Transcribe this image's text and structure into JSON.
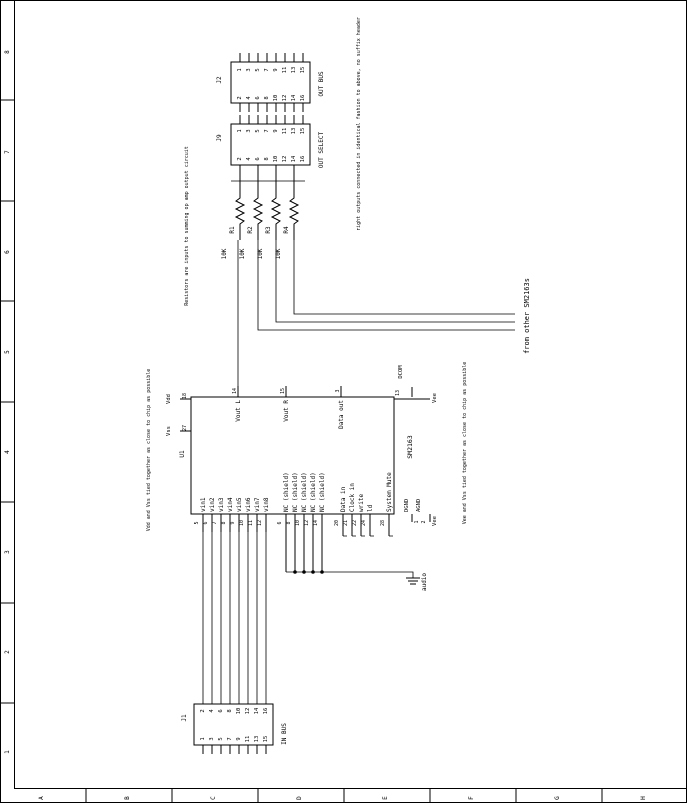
{
  "frame": {
    "row_labels": [
      "8",
      "7",
      "6",
      "5",
      "4",
      "3",
      "2",
      "1"
    ],
    "col_labels": [
      "A",
      "B",
      "C",
      "D",
      "E",
      "F",
      "G",
      "H"
    ]
  },
  "u1": {
    "refdes": "U1",
    "part": "SM2163",
    "left_pins": [
      {
        "num": "5",
        "name": "vin1"
      },
      {
        "num": "6",
        "name": "vin2"
      },
      {
        "num": "7",
        "name": "vin3"
      },
      {
        "num": "8",
        "name": "vin4"
      },
      {
        "num": "9",
        "name": "vin5"
      },
      {
        "num": "10",
        "name": "vin6"
      },
      {
        "num": "11",
        "name": "vin7"
      },
      {
        "num": "12",
        "name": "vin8"
      },
      {
        "num": "6",
        "name": "NC (shield)"
      },
      {
        "num": "8",
        "name": "NC (shield)"
      },
      {
        "num": "10",
        "name": "NC (shield)"
      },
      {
        "num": "12",
        "name": "NC (shield)"
      },
      {
        "num": "14",
        "name": "NC (shield)"
      },
      {
        "num": "20",
        "name": "Data in"
      },
      {
        "num": "21",
        "name": "Clock in"
      },
      {
        "num": "22",
        "name": "write"
      },
      {
        "num": "24",
        "name": "ld"
      },
      {
        "num": "28",
        "name": "System Mute"
      }
    ],
    "right_pins": [
      {
        "num": "14",
        "name": "Vout L"
      },
      {
        "num": "15",
        "name": "Vout R"
      },
      {
        "num": "3",
        "name": "Data out"
      }
    ],
    "power_labels": [
      "Vdd",
      "Vss",
      "DGND",
      "AGND",
      "Vee",
      "Vee",
      "DCOM"
    ],
    "power_nums": [
      "18",
      "27",
      "1",
      "2",
      "13"
    ]
  },
  "j1": {
    "refdes": "J1",
    "label": "IN BUS",
    "pins_top": [
      "2",
      "4",
      "6",
      "8",
      "10",
      "12",
      "14",
      "16"
    ],
    "pins_bot": [
      "1",
      "3",
      "5",
      "7",
      "9",
      "11",
      "13",
      "15"
    ]
  },
  "j9": {
    "refdes": "J9",
    "label": "OUT SELECT",
    "pins_top": [
      "2",
      "4",
      "6",
      "8",
      "10",
      "12",
      "14",
      "16"
    ],
    "pins_bot": [
      "1",
      "3",
      "5",
      "7",
      "9",
      "11",
      "13",
      "15"
    ]
  },
  "j2": {
    "refdes": "J2",
    "label": "OUT BUS",
    "pins_top": [
      "2",
      "4",
      "6",
      "8",
      "10",
      "12",
      "14",
      "16"
    ],
    "pins_bot": [
      "1",
      "3",
      "5",
      "7",
      "9",
      "11",
      "13",
      "15"
    ]
  },
  "resistors": [
    {
      "ref": "R1",
      "value": "10K"
    },
    {
      "ref": "R2",
      "value": "10K"
    },
    {
      "ref": "R3",
      "value": "10K"
    },
    {
      "ref": "R4",
      "value": "10K"
    }
  ],
  "ground": {
    "label": "audio"
  },
  "notes": {
    "vdd": "Vdd and Vss tied together as close to chip as possible",
    "vee": "Vee and Vss tied together as close to chip as possible",
    "resistors": "Resistors are inputs to summing op amp output circuit",
    "right": "right outputs connected in identical fashion to above, no suffix header",
    "from_other": "from other SM2163s"
  }
}
